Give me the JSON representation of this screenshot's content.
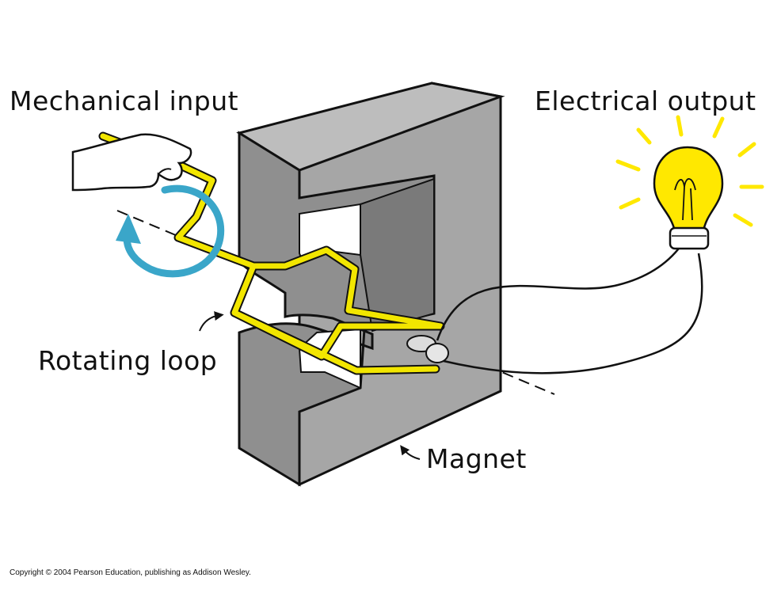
{
  "labels": {
    "mechanical_input": "Mechanical input",
    "electrical_output": "Electrical output",
    "rotating_loop": "Rotating loop",
    "magnet": "Magnet"
  },
  "copyright": "Copyright © 2004 Pearson Education, publishing as Addison Wesley.",
  "colors": {
    "magnet_front": "#8f8f8f",
    "magnet_top": "#bdbdbd",
    "magnet_side": "#a6a6a6",
    "wire_yellow": "#f2e600",
    "rotation_arrow": "#3aa6c9",
    "bulb_yellow": "#ffe800",
    "outline": "#111111"
  },
  "icons": {
    "hand": "hand-icon",
    "light_bulb": "light-bulb-icon",
    "rotation_arrow": "rotation-arrow-icon"
  }
}
